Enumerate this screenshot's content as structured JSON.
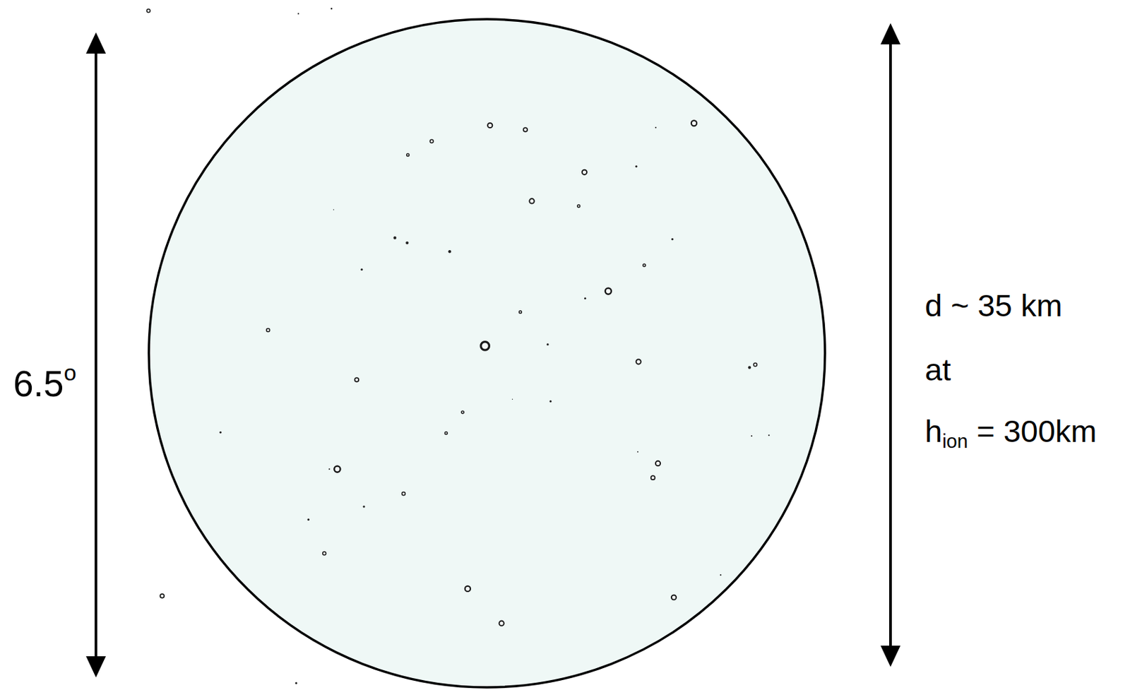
{
  "diagram": {
    "labels": [
      "6.5",
      "o",
      "d ~ 35 km",
      "at",
      "h",
      "ion",
      "= 300km"
    ]
  }
}
